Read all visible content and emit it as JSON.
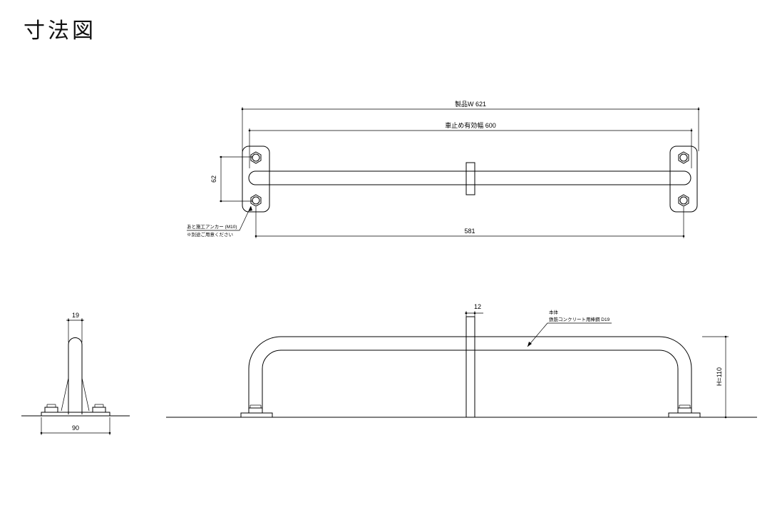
{
  "title": "寸法図",
  "dimensions": {
    "overall_width": "製品W 621",
    "effective_width": "車止め有効幅 600",
    "bolt_spacing_vertical": "62",
    "anchor_spacing": "581",
    "post_width": "12",
    "pipe_diameter": "19",
    "base_width": "90",
    "height": "H=110"
  },
  "notes": {
    "anchor_line1": "あと施工アンカー (M10)",
    "anchor_line2": "※別途ご用意ください",
    "body_line1": "本体",
    "body_line2": "鉄筋コンクリート用棒鋼 D19"
  }
}
